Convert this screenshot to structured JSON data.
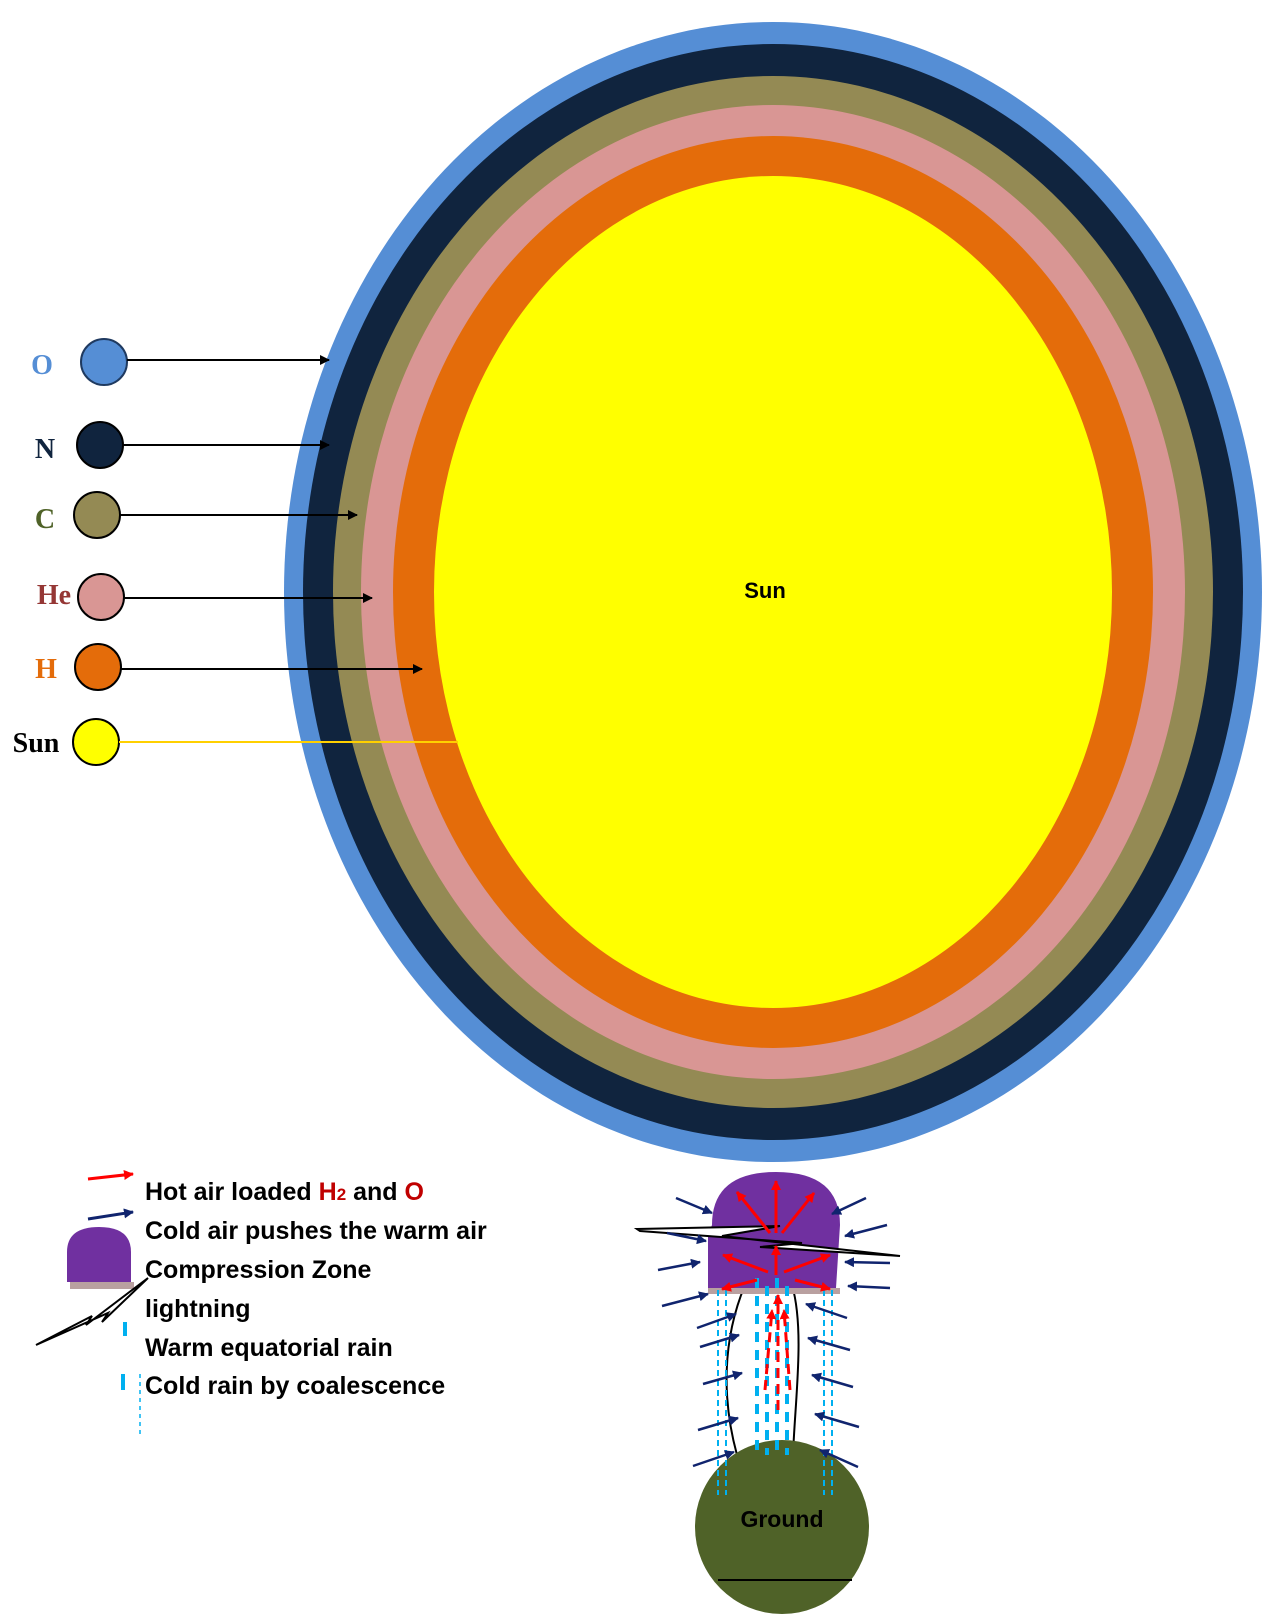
{
  "layers": [
    {
      "key": "O",
      "label": "O",
      "fill": "#558ed5",
      "label_color": "#558ed5"
    },
    {
      "key": "N",
      "label": "N",
      "fill": "#10243e",
      "label_color": "#10243e"
    },
    {
      "key": "C",
      "label": "C",
      "fill": "#948a54",
      "label_color": "#4f6228"
    },
    {
      "key": "He",
      "label": "He",
      "fill": "#d99694",
      "label_color": "#953735"
    },
    {
      "key": "H",
      "label": "H",
      "fill": "#e46c0a",
      "label_color": "#e46c0a"
    },
    {
      "key": "Sun",
      "label": "Sun",
      "fill": "#ffff00",
      "label_color": "#000000"
    }
  ],
  "sun_label": "Sun",
  "ground_label": "Ground",
  "legend": {
    "hot_air_prefix": "Hot air loaded ",
    "hot_air_h2": "H",
    "hot_air_h2_sub": "2",
    "hot_air_and": " and ",
    "hot_air_o": "O",
    "cold_air": "Cold air pushes the warm air",
    "compression_zone": "Compression Zone",
    "lightning": "lightning",
    "warm_rain": "Warm equatorial rain",
    "cold_rain": "Cold rain by coalescence"
  },
  "colors": {
    "hot_arrow": "#ff0000",
    "cold_arrow": "#10246e",
    "compression": "#7030a0",
    "compression_base": "#b9a0a0",
    "rain": "#00b0f0",
    "ground": "#4f6228",
    "legend_accent": "#c00000"
  }
}
